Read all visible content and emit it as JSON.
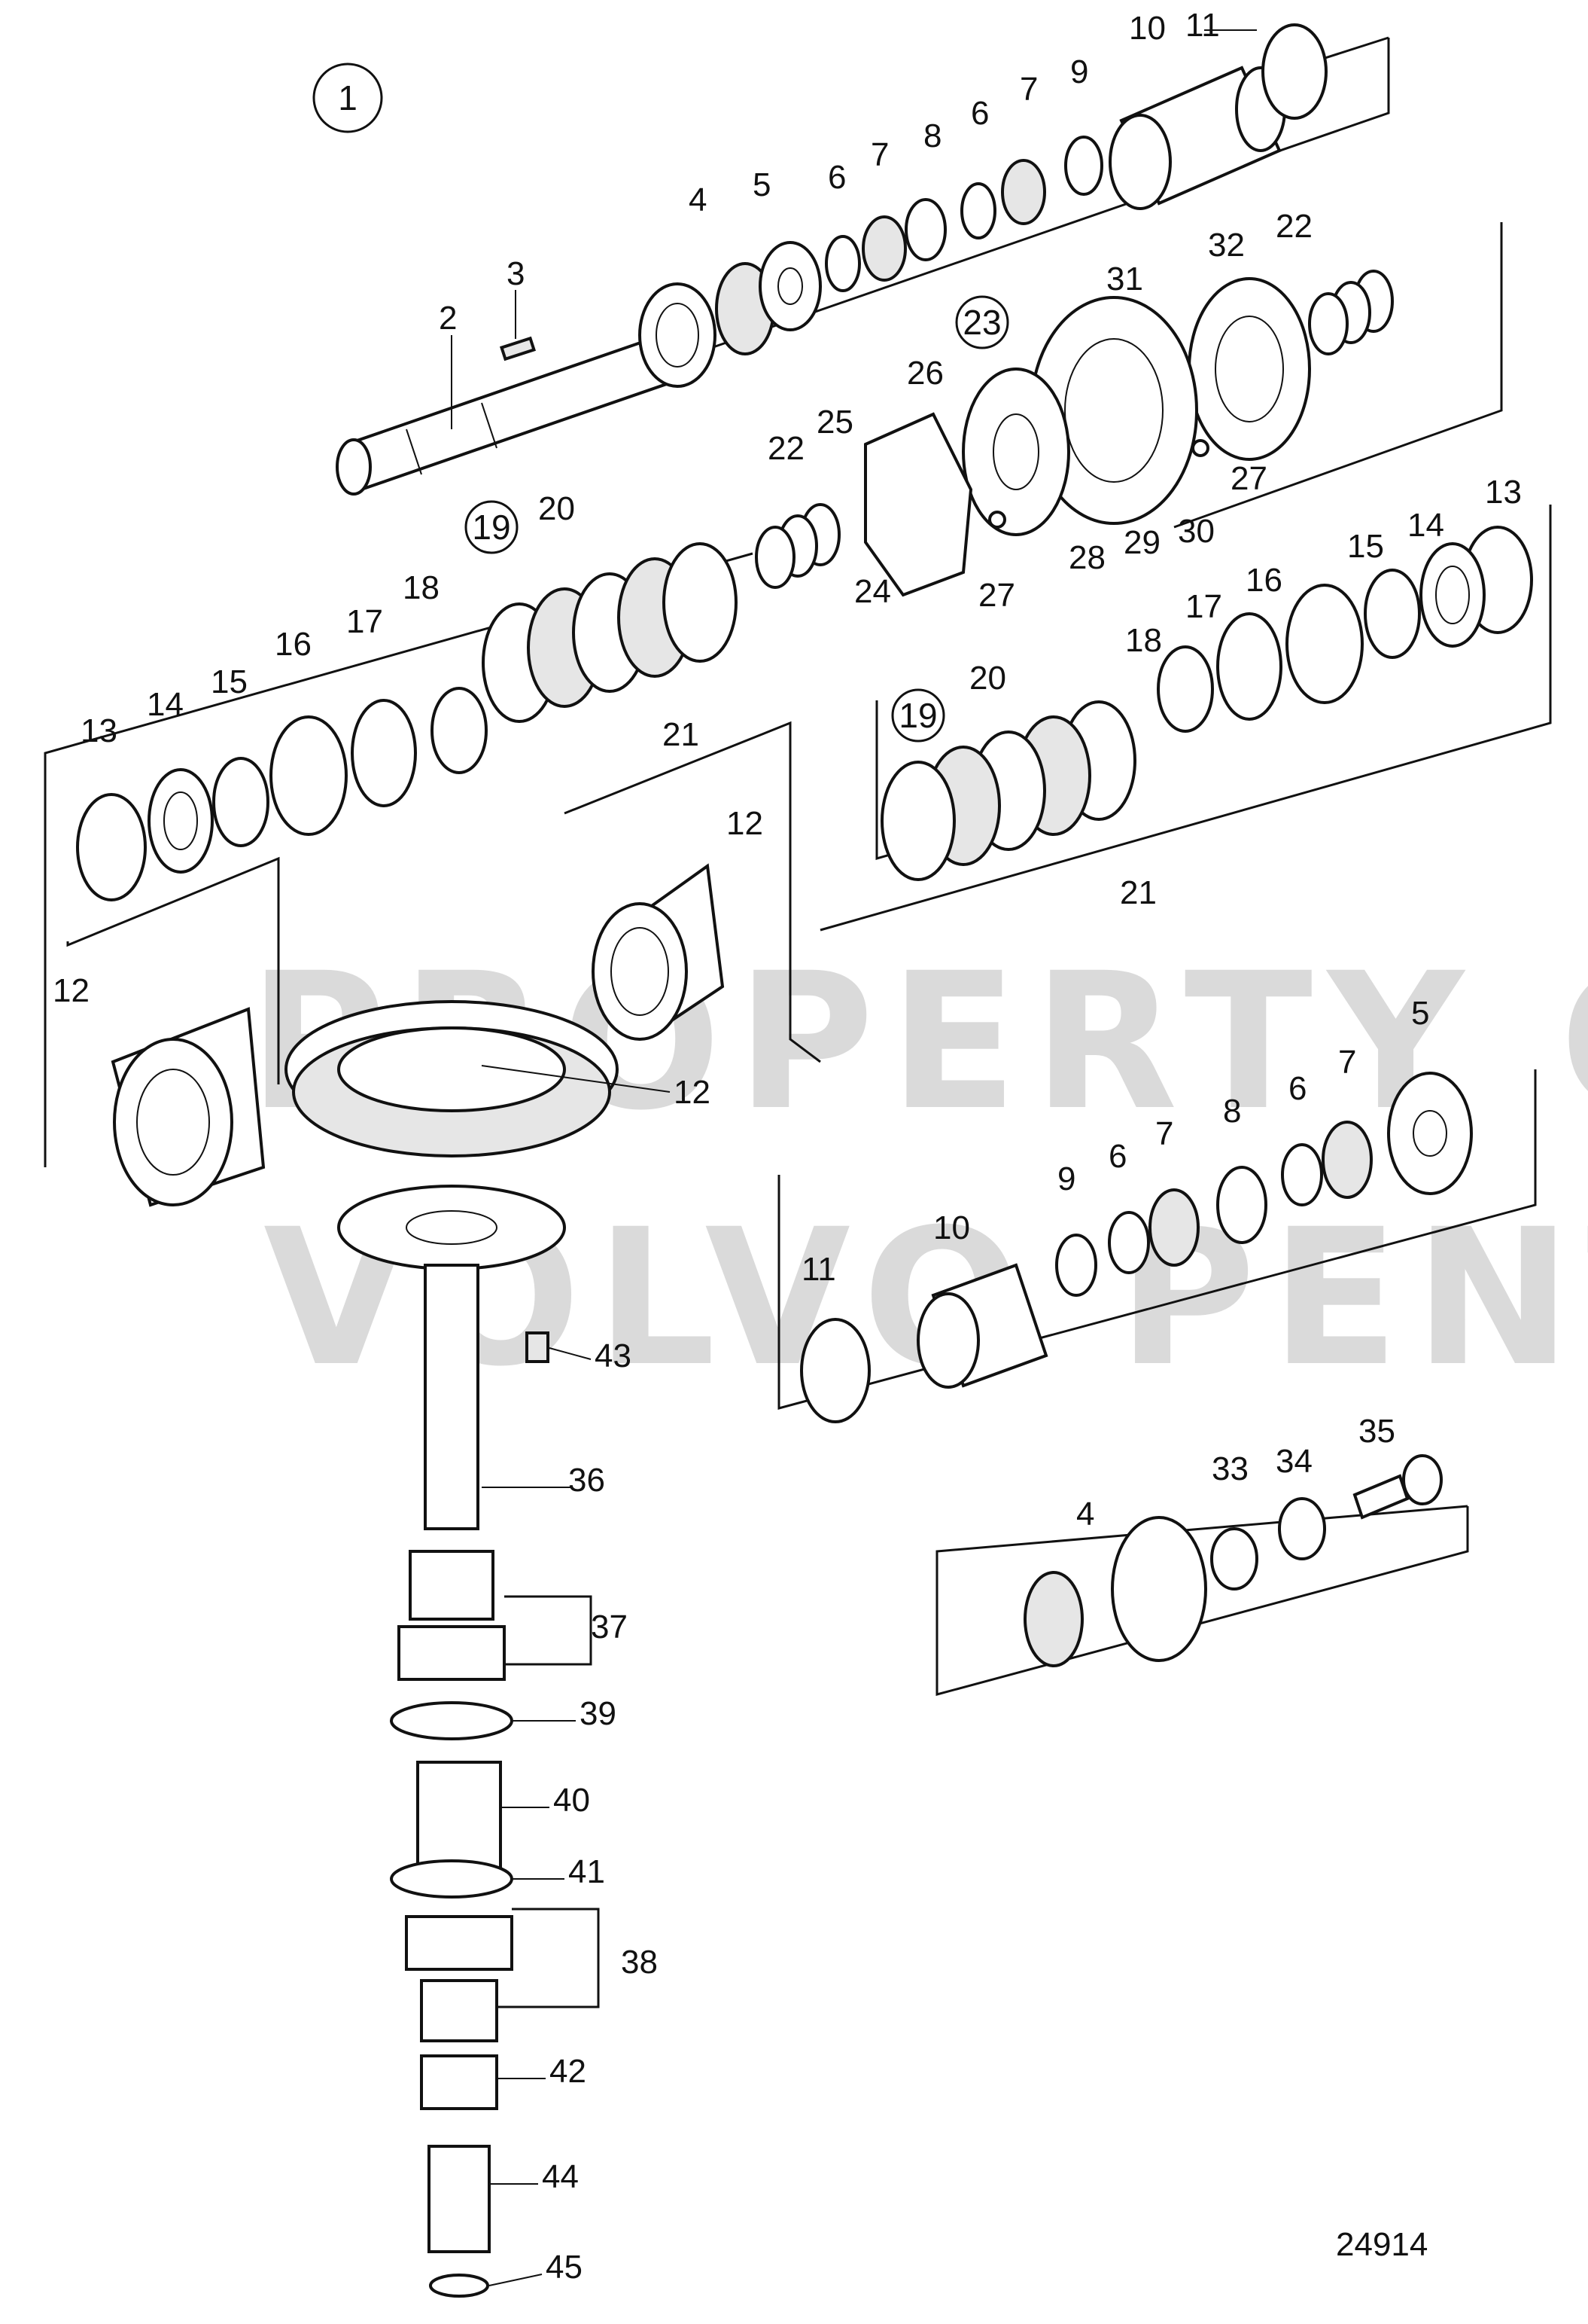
{
  "diagram_number": "24914",
  "watermark": {
    "line1": "PROPERTY OF",
    "line2": "VOLVO PENTA"
  },
  "group_refs": {
    "main": "1",
    "clutch_pack": "19",
    "clutch_assembly": "23"
  },
  "callouts": {
    "c2": "2",
    "c3": "3",
    "c4a": "4",
    "c5a": "5",
    "c6a": "6",
    "c7a": "7",
    "c8a": "8",
    "c6b": "6",
    "c7b": "7",
    "c9a": "9",
    "c10a": "10",
    "c11a": "11",
    "c22a": "22",
    "c31": "31",
    "c32": "32",
    "c26": "26",
    "c25": "25",
    "c27a": "27",
    "c27b": "27",
    "c24": "24",
    "c28": "28",
    "c29": "29",
    "c30": "30",
    "c22b": "22",
    "c20a": "20",
    "c16a": "16",
    "c17a": "17",
    "c18a": "18",
    "c21a": "21",
    "c13a": "13",
    "c14a": "14",
    "c15a": "15",
    "c13b": "13",
    "c14b": "14",
    "c15b": "15",
    "c16b": "16",
    "c17b": "17",
    "c18b": "18",
    "c20b": "20",
    "c21b": "21",
    "c12a": "12",
    "c12b": "12",
    "c12c": "12",
    "c5b": "5",
    "c7c": "7",
    "c6c": "6",
    "c8b": "8",
    "c7d": "7",
    "c6d": "6",
    "c9b": "9",
    "c10b": "10",
    "c11b": "11",
    "c43": "43",
    "c36": "36",
    "c37": "37",
    "c39": "39",
    "c40": "40",
    "c41": "41",
    "c38": "38",
    "c42": "42",
    "c44": "44",
    "c45": "45",
    "c35": "35",
    "c34": "34",
    "c33": "33",
    "c4b": "4"
  }
}
